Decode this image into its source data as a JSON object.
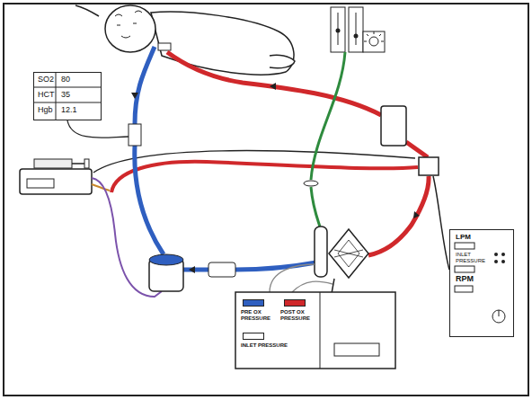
{
  "diagram": {
    "nodes": [
      {
        "text": [
          "SO2",
          "80",
          "HCT",
          "35",
          "Hgb",
          "12.1"
        ]
      },
      {
        "text": [
          "LPM",
          "INLET PRESSURE",
          "RPM"
        ]
      }
    ],
    "legend": [
      {
        "text": "PRE OX PRESSURE",
        "color": "#2f5fc0"
      },
      {
        "text": "POST OX PRESSURE",
        "color": "#d0282b"
      },
      {
        "text": "INLET PRESSURE",
        "color": "#ffffff"
      }
    ]
  }
}
